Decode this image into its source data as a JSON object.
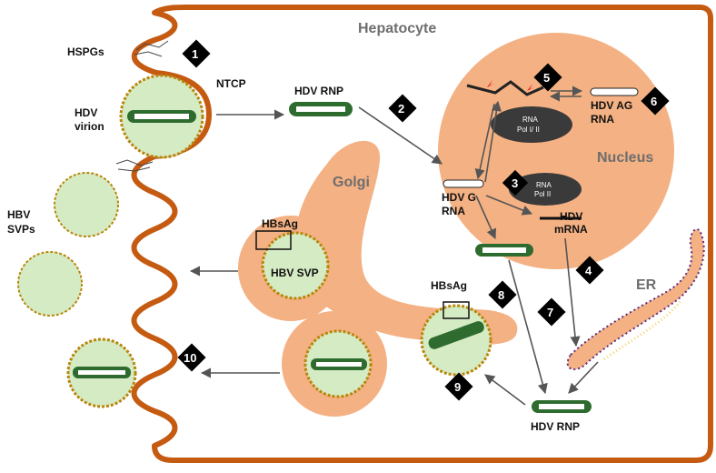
{
  "diagram": {
    "cell_label": "Hepatocyte",
    "nucleus_label": "Nucleus",
    "golgi_label": "Golgi",
    "er_label": "ER",
    "labels": {
      "hspgs": "HSPGs",
      "ntcp": "NTCP",
      "hdv_virion_1": "HDV",
      "hdv_virion_2": "virion",
      "hbv_svps_1": "HBV",
      "hbv_svps_2": "SVPs",
      "hdv_rnp_top": "HDV RNP",
      "hdv_rnp_bottom": "HDV RNP",
      "hdv_ag_rna_1": "HDV AG",
      "hdv_ag_rna_2": "RNA",
      "hdv_g_rna_1": "HDV G",
      "hdv_g_rna_2": "RNA",
      "hdv_mrna_1": "HDV",
      "hdv_mrna_2": "mRNA",
      "hbsag_1": "HBsAg",
      "hbsag_2": "HBsAg",
      "hbv_svp": "HBV SVP",
      "rna_pol_1_line1": "RNA",
      "rna_pol_1_line2": "Pol I/ II",
      "rna_pol_2_line1": "RNA",
      "rna_pol_2_line2": "Pol  II"
    },
    "steps": [
      "1",
      "2",
      "3",
      "4",
      "5",
      "6",
      "7",
      "8",
      "9",
      "10"
    ],
    "colors": {
      "membrane": "#c55a11",
      "cytoplasm_fill": "#f4b183",
      "vesicle_fill": "#d5ebc3",
      "rnp_green": "#2e6b2e",
      "rnp_light": "#8fbc6f",
      "hbsag_yellow": "#f6d55c",
      "er_purple": "#5b2c83",
      "polymerase": "#3a3a3a",
      "arrow": "#555555"
    }
  }
}
